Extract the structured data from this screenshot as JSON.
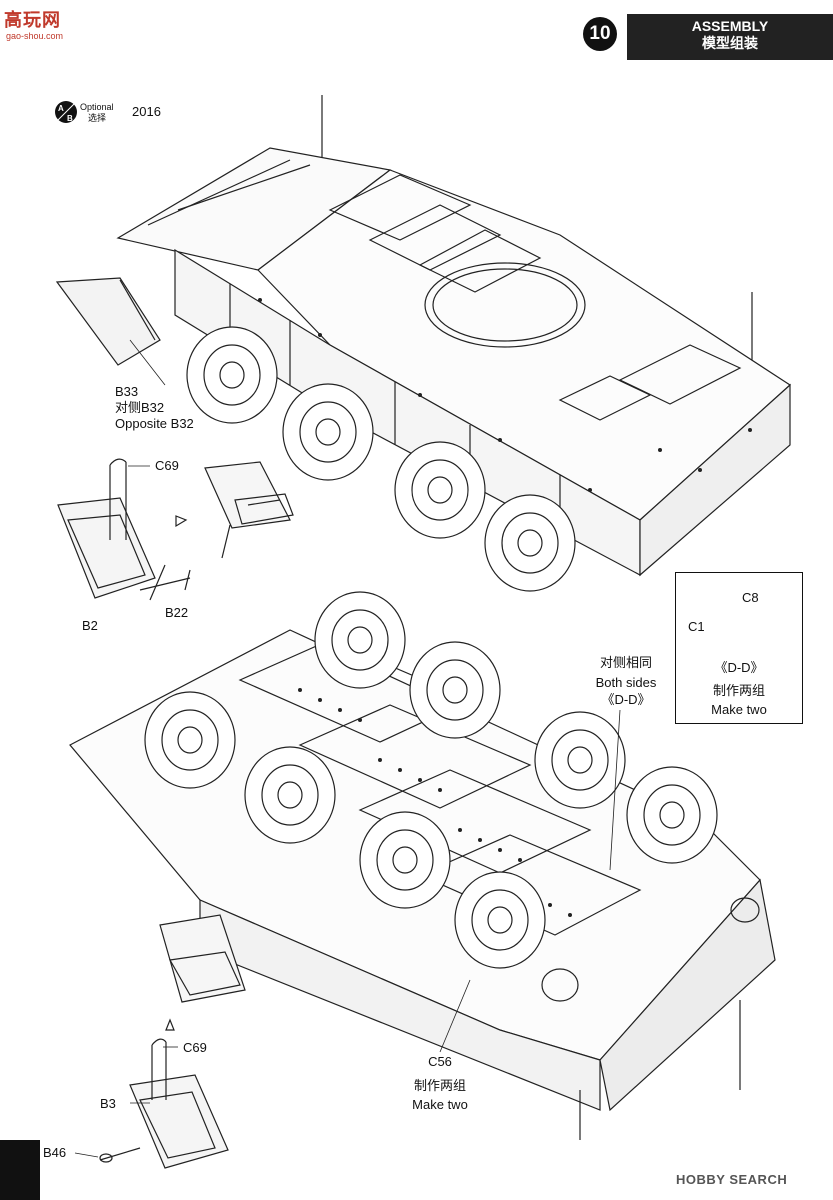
{
  "header": {
    "logo_main": "高玩网",
    "logo_sub": "gao-shou.com",
    "step_number": "10",
    "title_en": "ASSEMBLY",
    "title_cn": "模型组装"
  },
  "optional": {
    "badge_a": "A",
    "badge_b": "B",
    "label_en": "Optional",
    "label_cn": "选择",
    "year": "2016"
  },
  "callouts": {
    "b33": "B33",
    "b32_cn": "对侧B32",
    "b32_en": "Opposite B32",
    "c69_top": "C69",
    "b2": "B2",
    "b22": "B22",
    "both_cn": "对侧相同",
    "both_en": "Both sides",
    "dd_main": "《D-D》",
    "c56": "C56",
    "c56_cn": "制作两组",
    "c56_en": "Make two",
    "c69_bottom": "C69",
    "b3": "B3",
    "b46": "B46"
  },
  "inset": {
    "c8": "C8",
    "c1": "C1",
    "dd": "《D-D》",
    "make_two_cn": "制作两组",
    "make_two_en": "Make two"
  },
  "footer": {
    "brand": "HOBBY SEARCH"
  }
}
